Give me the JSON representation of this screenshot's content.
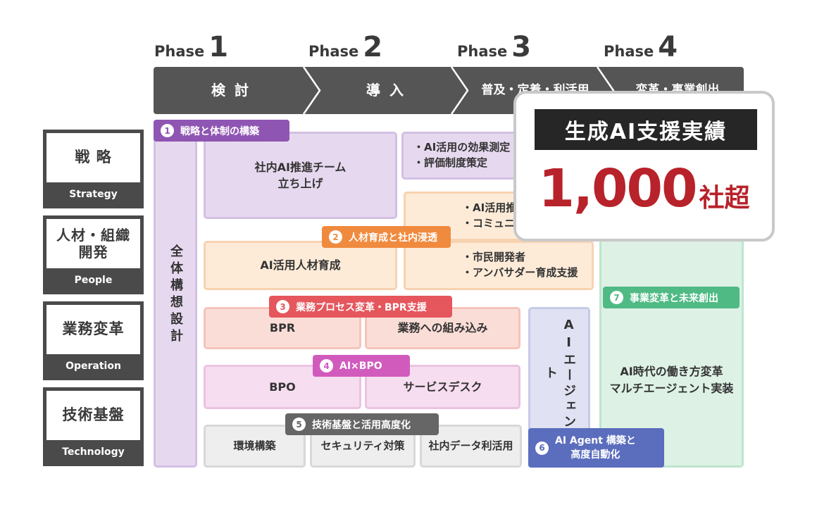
{
  "phases": [
    {
      "word": "Phase",
      "num": "1",
      "title": "検 討"
    },
    {
      "word": "Phase",
      "num": "2",
      "title": "導 入"
    },
    {
      "word": "Phase",
      "num": "3",
      "title": "普及・定着・利活用"
    },
    {
      "word": "Phase",
      "num": "4",
      "title": "変革・事業創出"
    }
  ],
  "categories": [
    {
      "jp": "戦 略",
      "en": "Strategy"
    },
    {
      "jp": "人材・組織\n開発",
      "en": "People"
    },
    {
      "jp": "業務変革",
      "en": "Operation"
    },
    {
      "jp": "技術基盤",
      "en": "Technology"
    }
  ],
  "tags": {
    "t1": {
      "n": "1",
      "label": "戦略と体制の構築"
    },
    "t2": {
      "n": "2",
      "label": "人材育成と社内浸透"
    },
    "t3": {
      "n": "3",
      "label": "業務プロセス変革・BPR支援"
    },
    "t4": {
      "n": "4",
      "label": "AI×BPO"
    },
    "t5": {
      "n": "5",
      "label": "技術基盤と活用高度化"
    },
    "t6": {
      "n": "6",
      "label": "AI Agent 構築と\n高度自動化"
    },
    "t7": {
      "n": "7",
      "label": "事業変革と未来創出"
    }
  },
  "boxes": {
    "overall_design": "全体構想設計",
    "team_launch": "社内AI推進チーム\n立ち上げ",
    "effect_measure": "・AI活用の効果測定\n・評価制度策定",
    "ai_promo": "・AI活用推進\n・コミュニティ",
    "talent_dev": "AI活用人材育成",
    "citizen_dev": "・市民開発者\n・アンバサダー育成支援",
    "bpr": "BPR",
    "embed": "業務への組み込み",
    "bpo": "BPO",
    "service_desk": "サービスデスク",
    "agent": "AIエージェント",
    "env": "環境構築",
    "security": "セキュリティ対策",
    "data_use": "社内データ利活用",
    "future_work": "AI時代の働き方変革\nマルチエージェント実装"
  },
  "highlight": {
    "title": "生成AI支援実績",
    "number": "1,000",
    "unit": "社超"
  },
  "colors": {
    "dark": "#555555",
    "red": "#b8222a"
  }
}
